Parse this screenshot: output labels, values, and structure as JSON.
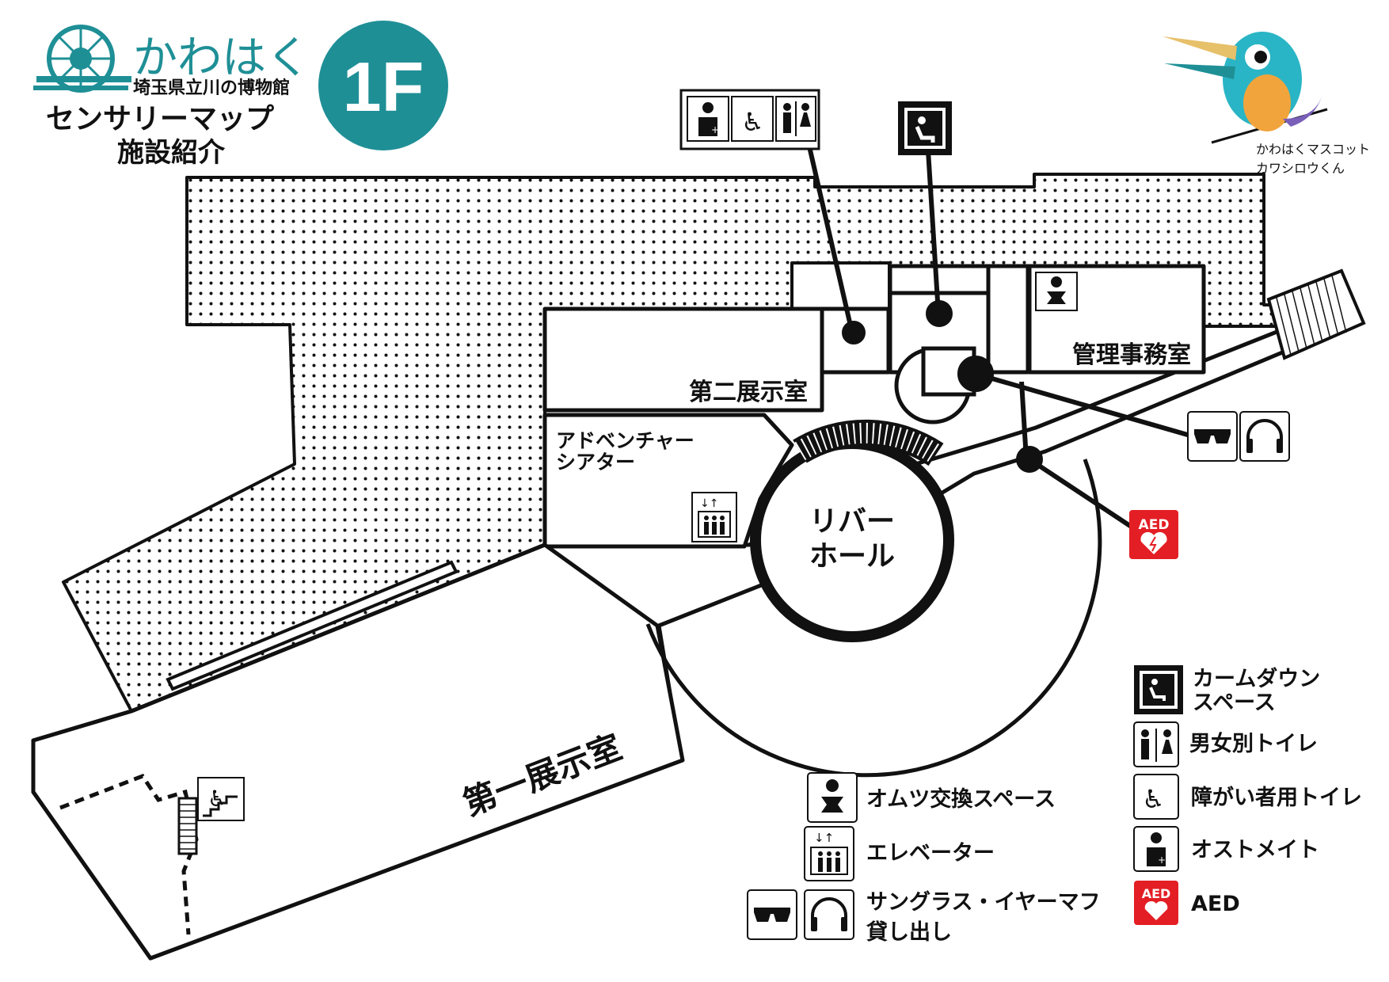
{
  "header": {
    "logo_kana": "かわはく",
    "logo_museum": "埼玉県立川の博物館",
    "title_line1": "センサリーマップ",
    "title_line2": "施設紹介",
    "floor_badge": "1F"
  },
  "mascot": {
    "line1": "かわはくマスコット",
    "line2": "カワシロウくん"
  },
  "rooms": {
    "room2": "第二展示室",
    "adventure_line1": "アドベンチャー",
    "adventure_line2": "シアター",
    "river_line1": "リバー",
    "river_line2": "ホール",
    "office": "管理事務室",
    "room1": "第一展示室"
  },
  "aed_label": "AED",
  "legend": {
    "calm_line1": "カームダウン",
    "calm_line2": "スペース",
    "gender_toilet": "男女別トイレ",
    "accessible_toilet": "障がい者用トイレ",
    "ostomate": "オストメイト",
    "aed": "AED",
    "diaper": "オムツ交換スペース",
    "elevator": "エレベーター",
    "lending_line1": "サングラス・イヤーマフ",
    "lending_line2": "貸し出し"
  },
  "colors": {
    "brand_teal": "#1f8f96",
    "aed_red": "#e31e24",
    "dot_pattern": "#111111"
  },
  "icons": [
    "baby-icon",
    "wheelchair-icon",
    "restroom-icon",
    "calm-down-icon",
    "elevator-icon",
    "sunglasses-icon",
    "headphones-icon",
    "aed-icon",
    "stair-lift-icon",
    "ostomate-icon",
    "mascot-bird-icon",
    "river-museum-logo-icon"
  ]
}
